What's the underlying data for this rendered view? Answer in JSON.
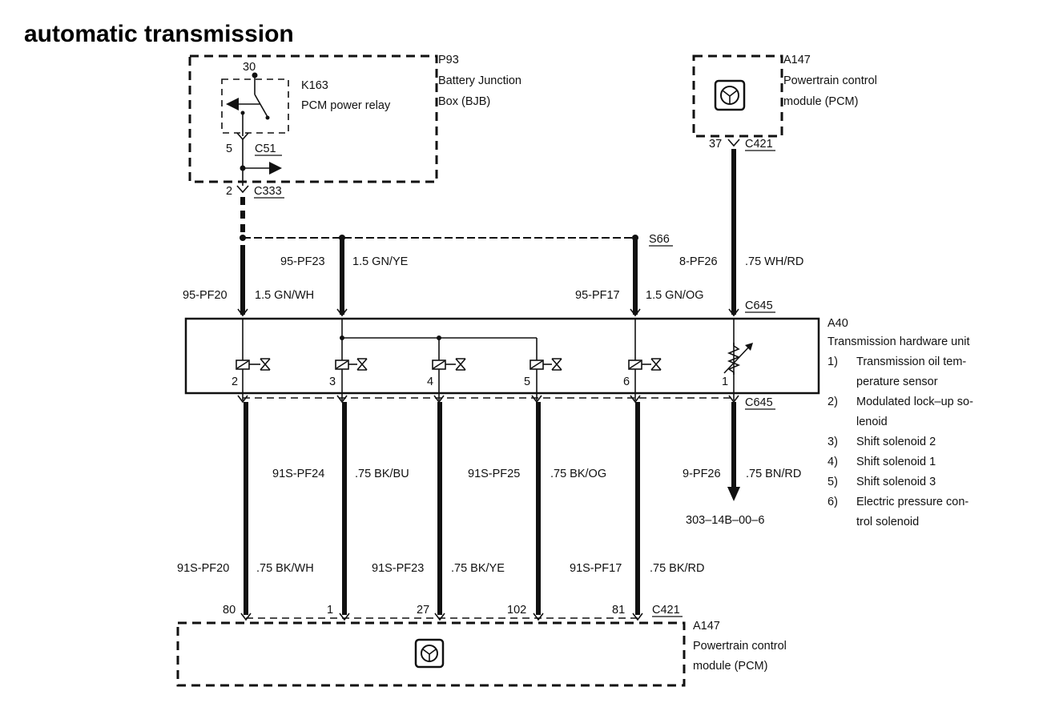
{
  "title": "automatic transmission",
  "p93": {
    "id": "P93",
    "name1": "Battery Junction",
    "name2": "Box (BJB)"
  },
  "k163": {
    "id": "K163",
    "name": "PCM power relay",
    "pin_top": "30",
    "pin_bottom": "5",
    "connector": "C51"
  },
  "c333": {
    "pin": "2",
    "connector": "C333"
  },
  "splice": "S66",
  "pcm_top": {
    "id": "A147",
    "name1": "Powertrain control",
    "name2": "module (PCM)",
    "pin": "37",
    "connector": "C421"
  },
  "upper_wires": [
    {
      "circuit": "95-PF20",
      "spec": "1.5 GN/WH"
    },
    {
      "circuit": "95-PF23",
      "spec": "1.5 GN/YE"
    },
    {
      "circuit": "95-PF17",
      "spec": "1.5 GN/OG"
    },
    {
      "circuit": "8-PF26",
      "spec": ".75 WH/RD"
    }
  ],
  "a40": {
    "id": "A40",
    "name": "Transmission hardware unit",
    "connector_top": "C645",
    "connector_bottom": "C645",
    "pins": [
      "2",
      "3",
      "4",
      "5",
      "6",
      "1"
    ],
    "legend": [
      {
        "num": "1)",
        "line1": "Transmission oil tem-",
        "line2": "perature sensor"
      },
      {
        "num": "2)",
        "line1": "Modulated lock–up so-",
        "line2": "lenoid"
      },
      {
        "num": "3)",
        "line1": "Shift solenoid 2",
        "line2": ""
      },
      {
        "num": "4)",
        "line1": "Shift solenoid 1",
        "line2": ""
      },
      {
        "num": "5)",
        "line1": "Shift solenoid 3",
        "line2": ""
      },
      {
        "num": "6)",
        "line1": "Electric pressure con-",
        "line2": "trol solenoid"
      }
    ]
  },
  "mid_wires": [
    {
      "circuit": "91S-PF24",
      "spec": ".75 BK/BU"
    },
    {
      "circuit": "91S-PF25",
      "spec": ".75 BK/OG"
    },
    {
      "circuit": "9-PF26",
      "spec": ".75 BN/RD"
    }
  ],
  "ref": "303–14B–00–6",
  "lower_wires": [
    {
      "circuit": "91S-PF20",
      "spec": ".75 BK/WH"
    },
    {
      "circuit": "91S-PF23",
      "spec": ".75 BK/YE"
    },
    {
      "circuit": "91S-PF17",
      "spec": ".75 BK/RD"
    }
  ],
  "pcm_bottom": {
    "id": "A147",
    "name1": "Powertrain control",
    "name2": "module (PCM)",
    "pins": [
      "80",
      "1",
      "27",
      "102",
      "81"
    ],
    "connector": "C421"
  }
}
